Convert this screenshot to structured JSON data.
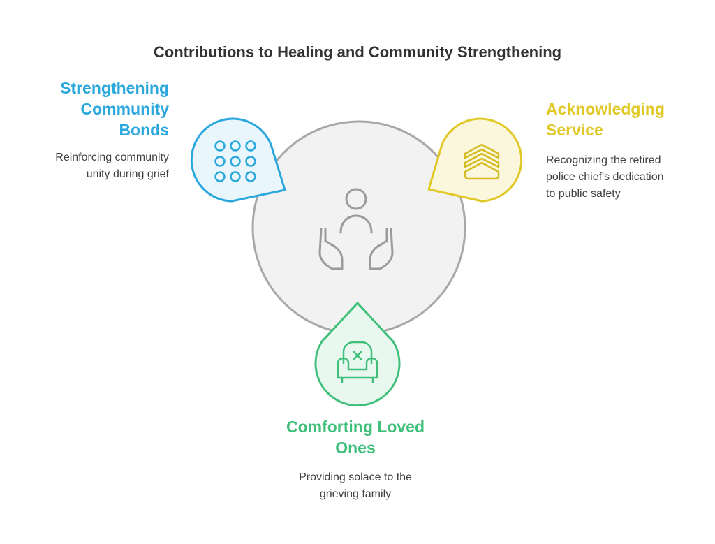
{
  "title": "Contributions to Healing and Community Strengthening",
  "colors": {
    "blue": "#2aa7dc",
    "yellow": "#e0c826",
    "green": "#3fbf7a",
    "gray_circle": "#a8a8a8",
    "text": "#404040"
  },
  "center": {
    "icon": "person-hands-icon"
  },
  "items": [
    {
      "heading_lines": [
        "Strengthening",
        "Community",
        "Bonds"
      ],
      "description_lines": [
        "Reinforcing community",
        "unity during grief"
      ],
      "icon": "grid-dots-icon"
    },
    {
      "heading_lines": [
        "Acknowledging",
        "Service"
      ],
      "description_lines": [
        "Recognizing the retired",
        "police chief's dedication",
        "to public safety"
      ],
      "icon": "chevron-rank-icon"
    },
    {
      "heading_lines": [
        "Comforting Loved",
        "Ones"
      ],
      "description_lines": [
        "Providing solace to the",
        "grieving family"
      ],
      "icon": "armchair-icon"
    }
  ]
}
